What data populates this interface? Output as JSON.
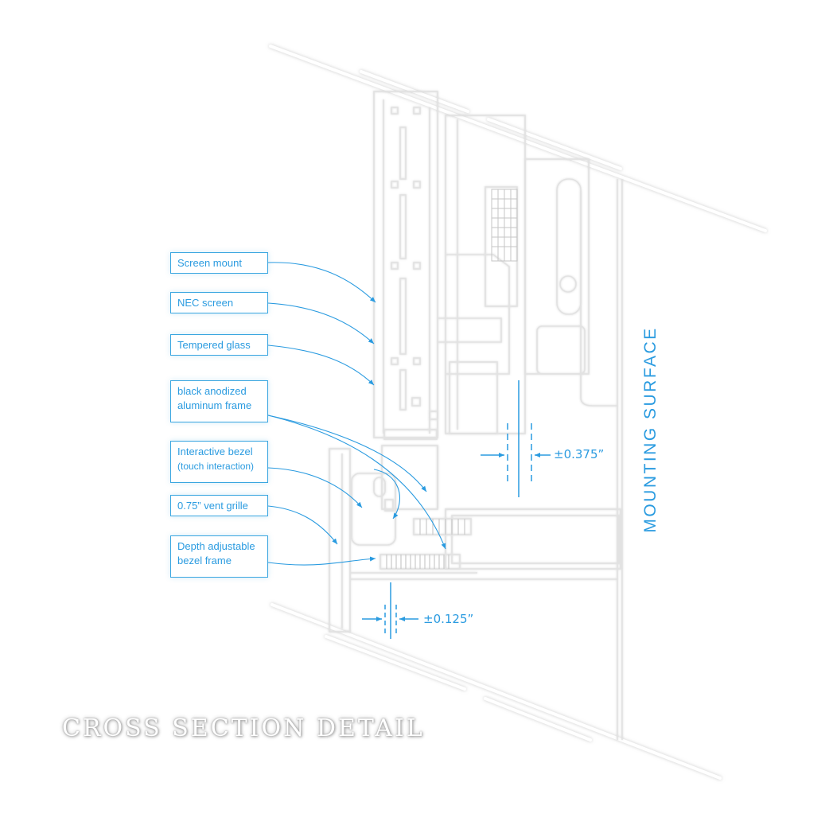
{
  "callouts": [
    {
      "id": "screen-mount",
      "lines": [
        "Screen mount"
      ]
    },
    {
      "id": "nec-screen",
      "lines": [
        "NEC screen"
      ]
    },
    {
      "id": "tempered-glass",
      "lines": [
        "Tempered glass"
      ]
    },
    {
      "id": "frame",
      "lines": [
        "black anodized",
        "aluminum frame"
      ]
    },
    {
      "id": "bezel",
      "lines": [
        "Interactive bezel",
        "(touch interaction)"
      ]
    },
    {
      "id": "vent",
      "lines": [
        "0.75” vent grille"
      ]
    },
    {
      "id": "depth",
      "lines": [
        "Depth adjustable",
        "bezel frame"
      ]
    }
  ],
  "dimensions": {
    "upper": "±0.375”",
    "lower": "±0.125”"
  },
  "mounting_label": "MOUNTING SURFACE",
  "title": "CROSS SECTION DETAIL",
  "colors": {
    "accent": "#2a9be0",
    "drawing_line": "#d6d6d6",
    "glow": "#bdbdbd"
  }
}
